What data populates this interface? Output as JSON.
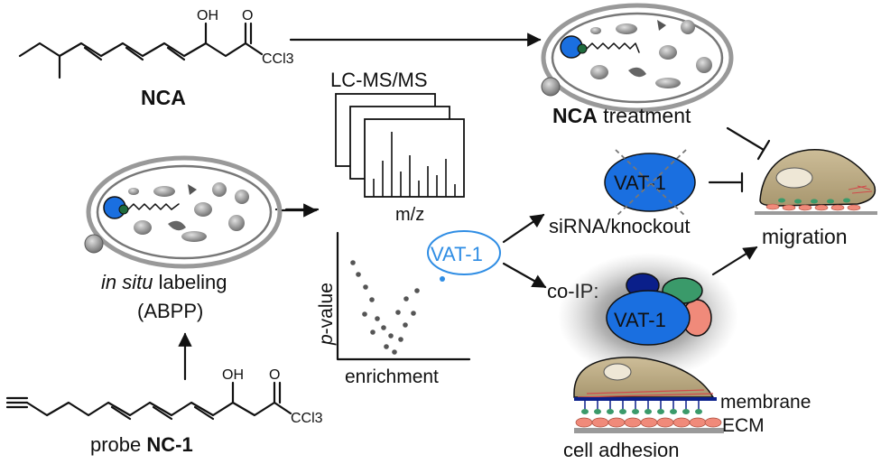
{
  "molecules": {
    "nca": {
      "name": "NCA",
      "oh": "OH",
      "o": "O",
      "ccl3": "CCl3"
    },
    "probe": {
      "prefix": "probe ",
      "name": "NC-1",
      "oh": "OH",
      "o": "O",
      "ccl3": "CCl3"
    }
  },
  "labeling": {
    "italic": "in situ",
    "rest": " labeling",
    "abbrev": "(ABPP)"
  },
  "ms": {
    "title": "LC-MS/MS",
    "xlabel": "m/z"
  },
  "volcano": {
    "ylabel_italic": "p",
    "ylabel_rest": "-value",
    "xlabel": "enrichment"
  },
  "protein": {
    "name": "VAT-1"
  },
  "branches": {
    "treatment_bold": "NCA",
    "treatment_rest": " treatment",
    "sirna": "siRNA/knockout",
    "coip": "co-IP:",
    "migration": "migration",
    "adhesion": "cell adhesion",
    "membrane": "membrane",
    "ecm": "ECM"
  },
  "colors": {
    "blue_protein": "#1a6fe0",
    "highlight": "#2f8de4",
    "navy": "#0a1f8a",
    "green": "#3a9a6a",
    "salmon": "#f08a7a",
    "cell_body": "#bfae8a",
    "grey_membrane": "#9a9a9a"
  }
}
